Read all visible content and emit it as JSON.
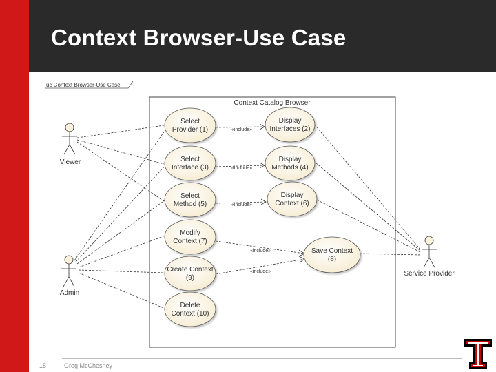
{
  "slide": {
    "title": "Context Browser-Use Case",
    "page_number": "15",
    "author": "Greg McChesney"
  },
  "diagram": {
    "frame_label": "uc Context Browser-Use Case",
    "boundary_label": "Context Catalog Browser",
    "actors": {
      "viewer": "Viewer",
      "admin": "Admin",
      "service_provider": "Service Provider"
    },
    "use_cases": {
      "select_provider": [
        "Select",
        "Provider (1)"
      ],
      "display_interfaces": [
        "Display",
        "Interfaces (2)"
      ],
      "select_interface": [
        "Select",
        "Interface (3)"
      ],
      "display_methods": [
        "Display",
        "Methods (4)"
      ],
      "select_method": [
        "Select",
        "Method (5)"
      ],
      "display_context": [
        "Display",
        "Context (6)"
      ],
      "modify_context": [
        "Modify",
        "Context (7)"
      ],
      "save_context": [
        "Save Context",
        "(8)"
      ],
      "create_context": [
        "Create Context",
        "(9)"
      ],
      "delete_context": [
        "Delete",
        "Context (10)"
      ]
    },
    "include_label": "«include»"
  },
  "colors": {
    "red_band": "#d01818",
    "header": "#2a2a2a",
    "use_case_fill": "#fdf6e6",
    "logo_red": "#cc0000"
  }
}
